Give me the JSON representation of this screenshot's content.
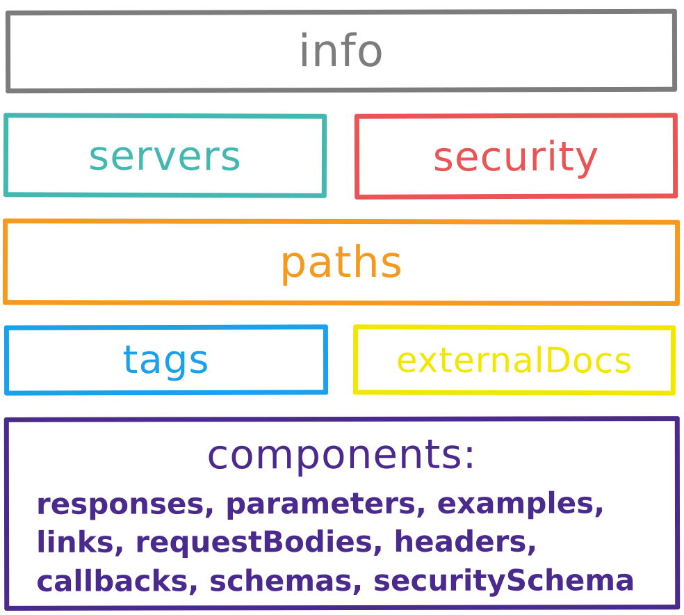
{
  "diagram": {
    "info": {
      "label": "info",
      "color": "#7c7c7c"
    },
    "servers": {
      "label": "servers",
      "color": "#43b8b1"
    },
    "security": {
      "label": "security",
      "color": "#ea5454"
    },
    "paths": {
      "label": "paths",
      "color": "#f59a1f"
    },
    "tags": {
      "label": "tags",
      "color": "#1ba1ec"
    },
    "externalDocs": {
      "label": "externalDocs",
      "color": "#f2e700"
    },
    "components": {
      "title": "components:",
      "color": "#4a2a8d",
      "items_text": "responses, parameters, examples, links, requestBodies, headers, callbacks, schemas, securitySchema"
    }
  }
}
